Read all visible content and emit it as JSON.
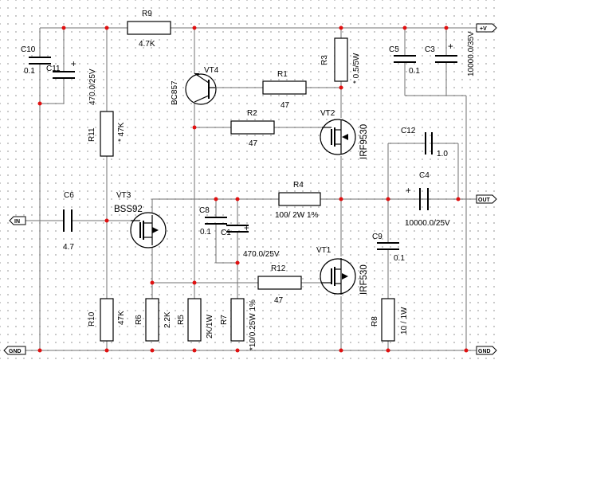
{
  "ports": {
    "vplus": "+V",
    "out": "OUT",
    "in": "IN",
    "gnd_left": "GND",
    "gnd_right": "GND"
  },
  "components": {
    "R9": {
      "ref": "R9",
      "value": "4.7K"
    },
    "R1": {
      "ref": "R1",
      "value": "47"
    },
    "R2": {
      "ref": "R2",
      "value": "47"
    },
    "R3": {
      "ref": "R3",
      "value": "* 0.5/5W"
    },
    "R4": {
      "ref": "R4",
      "value": "100/ 2W 1%"
    },
    "R5": {
      "ref": "R5",
      "value": "2K/1W"
    },
    "R6": {
      "ref": "R6",
      "value": "2.2K"
    },
    "R7": {
      "ref": "R7",
      "value": "*10/0.25W 1%"
    },
    "R8": {
      "ref": "R8",
      "value": "10 / 1W"
    },
    "R10": {
      "ref": "R10",
      "value": "47K"
    },
    "R11": {
      "ref": "R11",
      "value": "* 47K"
    },
    "R12": {
      "ref": "R12",
      "value": "47"
    },
    "C1": {
      "ref": "C1",
      "value": "470.0/25V"
    },
    "C3": {
      "ref": "C3",
      "value": "10000.0/35V"
    },
    "C4": {
      "ref": "C4",
      "value": "10000.0/25V"
    },
    "C5": {
      "ref": "C5",
      "value": "0.1"
    },
    "C6": {
      "ref": "C6",
      "value": "4.7"
    },
    "C8": {
      "ref": "C8",
      "value": "0.1"
    },
    "C9": {
      "ref": "C9",
      "value": "0.1"
    },
    "C10": {
      "ref": "C10",
      "value": "0.1"
    },
    "C11": {
      "ref": "C11",
      "value": "470.0/25V"
    },
    "C12": {
      "ref": "C12",
      "value": "1.0"
    },
    "VT1": {
      "ref": "VT1",
      "value": "IRF530"
    },
    "VT2": {
      "ref": "VT2",
      "value": "IRF9530"
    },
    "VT3": {
      "ref": "VT3",
      "value": "BSS92"
    },
    "VT4": {
      "ref": "VT4",
      "value": "BC857"
    }
  },
  "colors": {
    "wire": "#707070",
    "junction": "#e01010",
    "grid_dot": "#b8b8b8",
    "symbol": "#000000"
  }
}
